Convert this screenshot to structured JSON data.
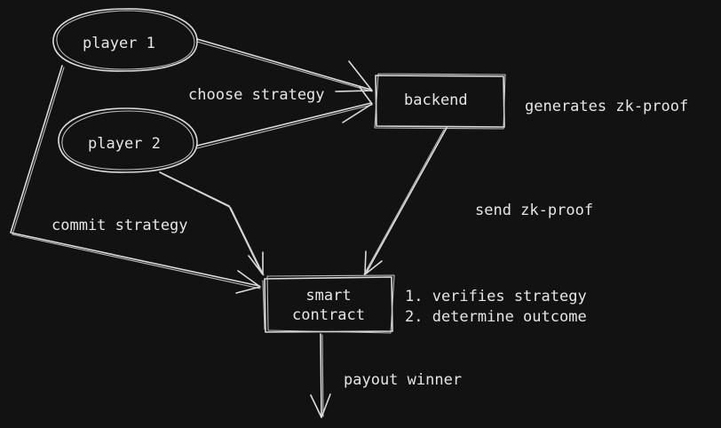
{
  "nodes": {
    "player1": "player 1",
    "player2": "player 2",
    "backend": "backend",
    "contract_line1": "smart",
    "contract_line2": "contract"
  },
  "edges": {
    "choose_strategy": "choose strategy",
    "commit_strategy": "commit strategy",
    "send_proof": "send zk-proof",
    "payout": "payout winner"
  },
  "notes": {
    "backend": "generates zk-proof",
    "contract_step1": "1. verifies strategy",
    "contract_step2": "2. determine outcome"
  },
  "colors": {
    "background": "#121212",
    "stroke": "#dcdcdc",
    "text": "#e6e6e6"
  }
}
